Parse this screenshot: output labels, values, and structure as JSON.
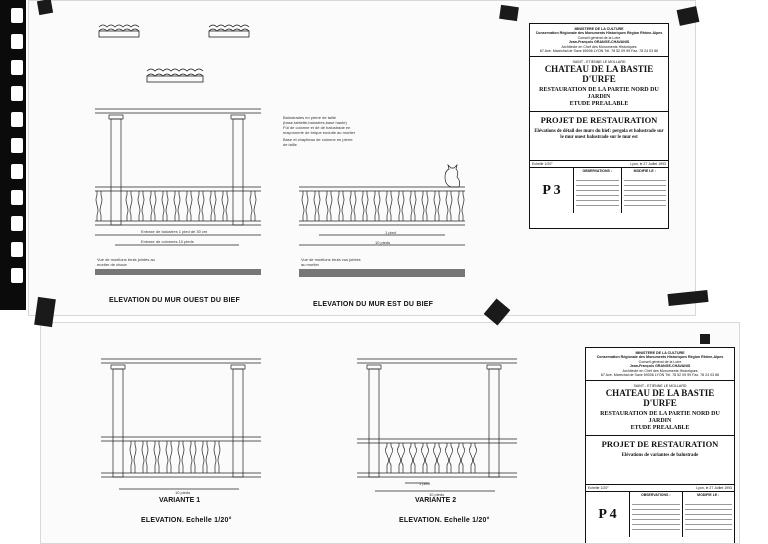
{
  "sheet_p3": {
    "left_elevation_title": "ELEVATION DU MUR OUEST DU BIEF",
    "right_elevation_title": "ELEVATION DU MUR EST DU BIEF",
    "material_notes": [
      "Balustrades en pierre de taille",
      "(base,tablette,balustres,base haute)",
      "Fût de colonne et dé de balustrade en",
      "maçonnerie de brique enduite au mortier",
      "Base et chapiteau de colonne en pierre",
      "de taille"
    ],
    "left_dim_top": "Entraxe de balustres 1 pied de 30 cm",
    "left_dim_bottom": "Entraxe de colonnes 10 pieds",
    "right_dim_top": "1 pied",
    "right_dim_bottom": "10 pieds",
    "left_wall_note": "Vue de moellons bruts jointés au mortier de chaux",
    "right_wall_note": "Vue de moellons bruts vus jointés au mortier"
  },
  "sheet_p4": {
    "variant1_label": "VARIANTE 1",
    "variant2_label": "VARIANTE 2",
    "variant1_elevation": "ELEVATION. Echelle 1/20°",
    "variant2_elevation": "ELEVATION. Echelle 1/20°",
    "variant1_dim": "10 pieds",
    "variant2_dim_top": "1 pied",
    "variant2_dim_bottom": "10 pieds"
  },
  "cartouche_p3": {
    "ministry": "MINISTERE DE LA CULTURE",
    "conservation": "Conservation Régionale des Monuments Historiques Région Rhône-Alpes",
    "council": "Conseil général de la Loire",
    "architect": "Jean-François GRANGE-CHAVANIS",
    "architect_title": "Architecte en Chef des Monuments Historiques",
    "address": "67 Ave. Maréchal de Saxe 69006 LYON Tél. 78 52 09 99 Fax. 78 24 03 86",
    "location": "SAINT - ETIENNE LE MOLLARD",
    "site": "CHATEAU DE LA BASTIE D'URFE",
    "subject_1": "RESTAURATION DE LA PARTIE NORD DU JARDIN",
    "subject_2": "ETUDE PREALABLE",
    "project": "PROJET DE RESTAURATION",
    "description": "Elévations de détail des murs du bief: pergola et balustrade sur le mur ouest balustrade sur le mur est",
    "scale": "Echelle 1/20°",
    "date": "Lyon, le 27 Juillet 1993",
    "observations_label": "OBSERVATIONS :",
    "modifications_label": "MODIFIE LE :",
    "plate_number": "P 3"
  },
  "cartouche_p4": {
    "ministry": "MINISTERE DE LA CULTURE",
    "conservation": "Conservation Régionale des Monuments Historiques Région Rhône-Alpes",
    "council": "Conseil général de la Loire",
    "architect": "Jean-François GRANGE-CHAVANIS",
    "architect_title": "Architecte en Chef des Monuments Historiques",
    "address": "67 Ave. Maréchal de Saxe 69006 LYON Tél. 78 52 09 99 Fax. 78 24 03 86",
    "location": "SAINT - ETIENNE LE MOLLARD",
    "site": "CHATEAU DE LA BASTIE D'URFE",
    "subject_1": "RESTAURATION DE LA PARTIE NORD DU JARDIN",
    "subject_2": "ETUDE PREALABLE",
    "project": "PROJET DE RESTAURATION",
    "description": "Elévations de variantes de balustrade",
    "scale": "Echelle 1/20°",
    "date": "Lyon, le 27 Juillet 1993",
    "observations_label": "OBSERVATIONS :",
    "modifications_label": "MODIFIE LE :",
    "plate_number": "P 4"
  }
}
